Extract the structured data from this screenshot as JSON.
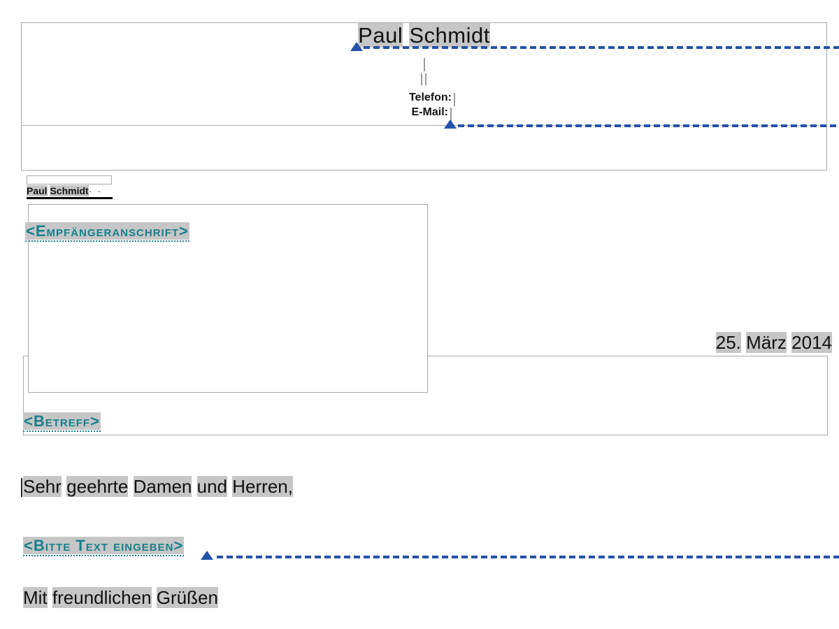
{
  "colors": {
    "highlight": "#c6c6c6",
    "placeholder_teal": "#17808e",
    "anchor_blue": "#2352a8",
    "frame_border": "#a9a9a9",
    "page_background": "#ffffff"
  },
  "letterhead": {
    "sender_name": "Paul Schmidt",
    "phone_label": "Telefon:",
    "email_label": "E-Mail:"
  },
  "sender_line": {
    "name": "Paul Schmidt",
    "formatting_marks": "· ·"
  },
  "recipient": {
    "address_placeholder": "<Empfängeranschrift>"
  },
  "meta": {
    "date": "25. März 2014"
  },
  "subject": {
    "placeholder": "<Betreff>"
  },
  "body": {
    "salutation": "Sehr geehrte Damen und Herren,",
    "text_placeholder": "<Bitte Text eingeben>",
    "closing": "Mit freundlichen Grüßen"
  }
}
